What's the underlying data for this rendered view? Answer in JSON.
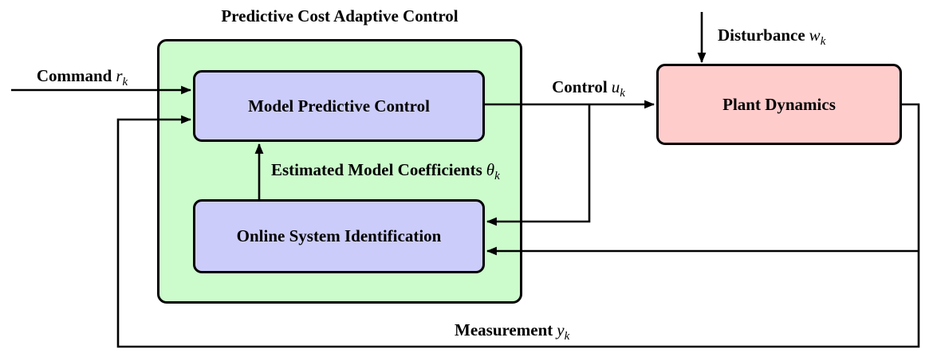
{
  "figure": {
    "title": "Predictive Cost Adaptive Control",
    "blocks": {
      "mpc": {
        "label": "Model Predictive Control"
      },
      "osi": {
        "label": "Online System Identification"
      },
      "plant": {
        "label": "Plant Dynamics"
      }
    },
    "signals": {
      "command": {
        "name": "Command",
        "symbol": "r",
        "subscript": "k"
      },
      "control": {
        "name": "Control",
        "symbol": "u",
        "subscript": "k"
      },
      "disturbance": {
        "name": "Disturbance",
        "symbol": "w",
        "subscript": "k"
      },
      "measurement": {
        "name": "Measurement",
        "symbol": "y",
        "subscript": "k"
      },
      "coefficients": {
        "name": "Estimated Model Coefficients",
        "symbol": "θ",
        "subscript": "k"
      }
    },
    "colors": {
      "controller_group_bg": "#ccfbcc",
      "controller_block_bg": "#ccccfb",
      "plant_block_bg": "#ffcccc",
      "line": "#000000"
    }
  }
}
